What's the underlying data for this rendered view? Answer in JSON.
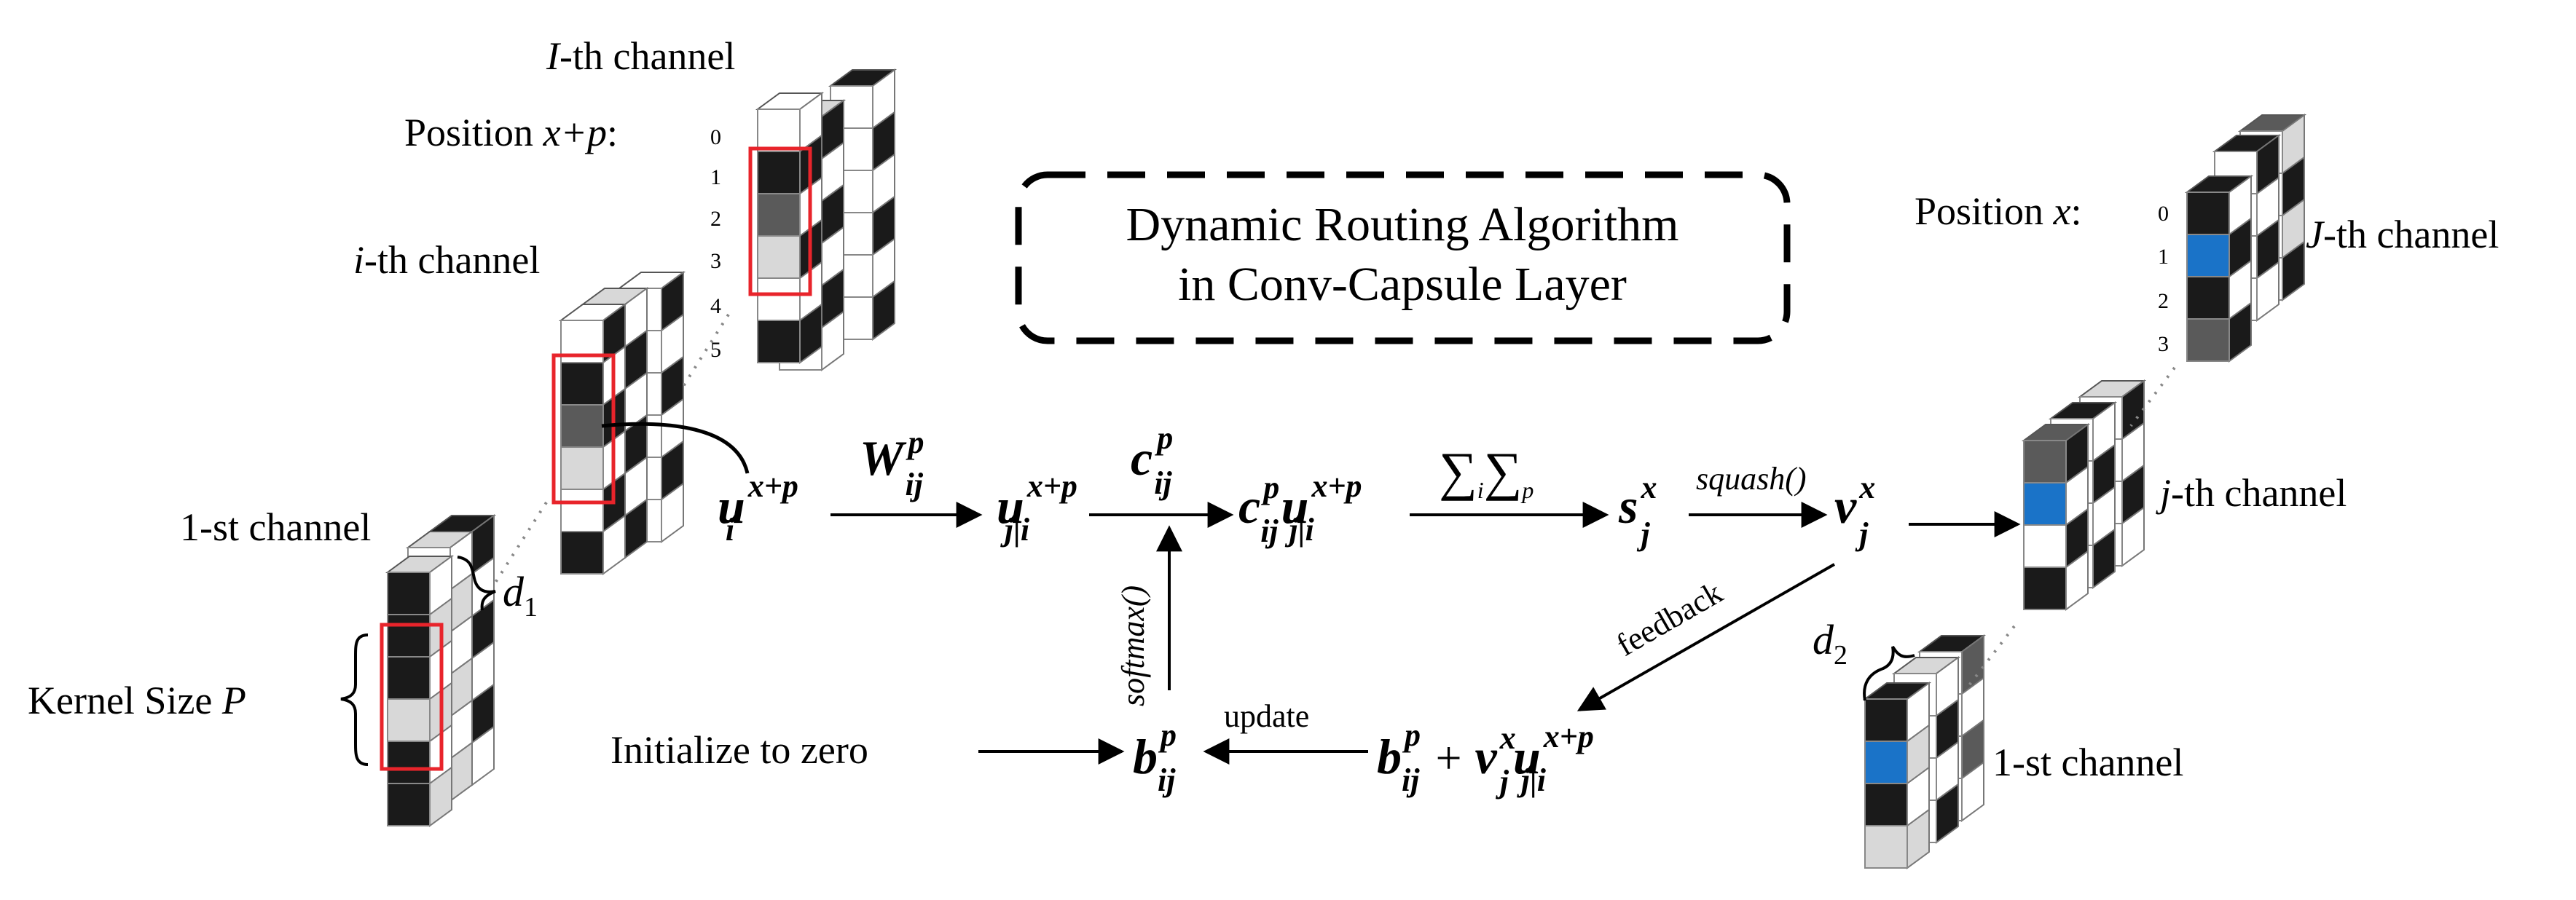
{
  "title": {
    "line1": "Dynamic Routing Algorithm",
    "line2": "in Conv-Capsule Layer"
  },
  "left": {
    "I_channel_italic": "I",
    "I_channel_suffix": "-th channel",
    "position_label_prefix": "Position ",
    "position_label_var": "x+p",
    "position_label_suffix": ":",
    "i_channel_italic": "i",
    "i_channel_suffix": "-th channel",
    "first_channel": "1-st channel",
    "d1": "d",
    "d1_sub": "1",
    "kernel_size_prefix": "Kernel Size ",
    "kernel_size_var": "P",
    "row_indices": [
      "0",
      "1",
      "2",
      "3",
      "4",
      "5"
    ]
  },
  "right": {
    "position_label_prefix": "Position ",
    "position_label_var": "x",
    "position_label_suffix": ":",
    "J_channel_italic": "J",
    "J_channel_suffix": "-th channel",
    "j_channel_italic": "j",
    "j_channel_suffix": "-th channel",
    "first_channel": "1-st channel",
    "d2": "d",
    "d2_sub": "2",
    "row_indices": [
      "0",
      "1",
      "2",
      "3"
    ]
  },
  "flow": {
    "u_i": "u",
    "u_i_sub": "i",
    "u_i_sup": "x+p",
    "W": "W",
    "W_sub": "ij",
    "W_sup": "p",
    "u_ji": "u",
    "u_ji_sub": "j|i",
    "u_ji_sup": "x+p",
    "c": "c",
    "c_sub": "ij",
    "c_sup": "p",
    "cu_c": "c",
    "cu_c_sub": "ij",
    "cu_c_sup": "p",
    "cu_u": "u",
    "cu_u_sub": "j|i",
    "cu_u_sup": "x+p",
    "sum_sym": "∑",
    "sum_i": "i",
    "sum_p": "p",
    "s": "s",
    "s_sub": "j",
    "s_sup": "x",
    "squash": "squash()",
    "v": "v",
    "v_sub": "j",
    "v_sup": "x",
    "feedback": "feedback",
    "softmax": "softmax()",
    "update": "update",
    "init": "Initialize to zero",
    "b": "b",
    "b_sub": "ij",
    "b_sup": "p",
    "bu_b": "b",
    "bu_b_sub": "ij",
    "bu_b_sup": "p",
    "plus": "+",
    "bu_v": "v",
    "bu_v_sub": "j",
    "bu_v_sup": "x",
    "bu_u": "u",
    "bu_u_sub": "j|i",
    "bu_u_sup": "x+p"
  },
  "colors": {
    "highlight_box": "#e8242b",
    "blue_cell": "#1a73c8",
    "dark_cell": "#1a1a1a",
    "mid_gray_cell": "#5a5a5a",
    "light_gray_cell": "#d8d8d8"
  }
}
